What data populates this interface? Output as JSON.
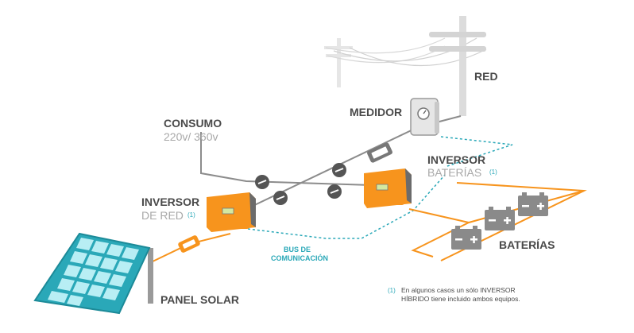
{
  "labels": {
    "red": "RED",
    "medidor": "MEDIDOR",
    "consumo": "CONSUMO",
    "consumo_value": "220v/ 360v",
    "inversor_baterias_1": "INVERSOR",
    "inversor_baterias_2": "BATERÍAS",
    "inversor_baterias_ref": "(1)",
    "inversor_red_1": "INVERSOR",
    "inversor_red_2": "DE RED",
    "inversor_red_ref": "(1)",
    "baterias": "BATERÍAS",
    "bus_1": "BUS DE",
    "bus_2": "COMUNICACIÓN",
    "panel": "PANEL SOLAR"
  },
  "footnote": {
    "marker": "(1)",
    "line1": "En algunos casos un sólo INVERSOR",
    "line2": "HÍBRIDO tiene incluido ambos equipos."
  },
  "colors": {
    "orange": "#f7941d",
    "teal": "#2aa8b8",
    "grey": "#8c8c8c",
    "text_dark": "#4a4a4a",
    "text_light": "#a8a8a8"
  }
}
